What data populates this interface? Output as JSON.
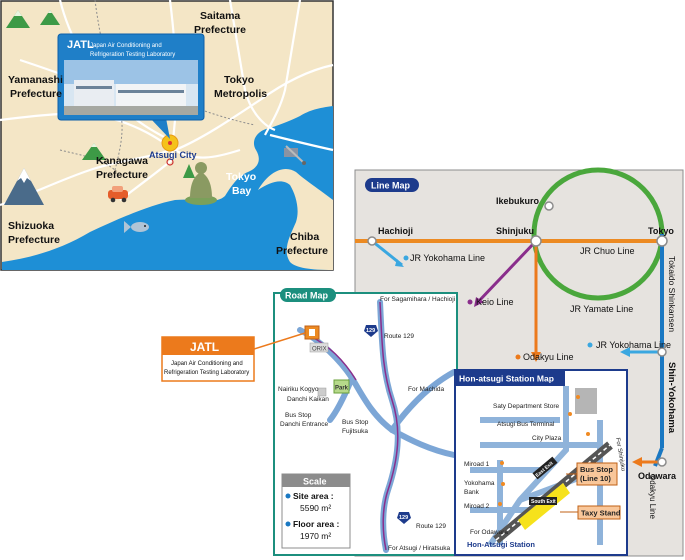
{
  "region_map": {
    "jatl_box": {
      "title": "JATL",
      "line1": "Japan Air Conditioning and",
      "line2": "Refrigeration Testing Laboratory"
    },
    "labels": {
      "saitama": [
        "Saitama",
        "Prefecture"
      ],
      "yamanashi": [
        "Yamanashi",
        "Prefecture"
      ],
      "tokyo_metro": [
        "Tokyo",
        "Metropolis"
      ],
      "kanagawa": [
        "Kanagawa",
        "Prefecture"
      ],
      "atsugi": "Atsugi City",
      "tokyo_bay": [
        "Tokyo",
        "Bay"
      ],
      "shizuoka": [
        "Shizuoka",
        "Prefecture"
      ],
      "chiba": [
        "Chiba",
        "Prefecture"
      ]
    }
  },
  "line_map": {
    "title": "Line Map",
    "stations": {
      "ikebukuro": "Ikebukuro",
      "hachioji": "Hachioji",
      "shinjuku": "Shinjuku",
      "tokyo": "Tokyo",
      "shin_yokohama": "Shin-Yokohama",
      "odawara": "Odawara"
    },
    "lines": {
      "jr_yokohama_1": "JR Yokohama Line",
      "jr_chuo": "JR Chuo Line",
      "keio": "Keio Line",
      "jr_yamate": "JR Yamate Line",
      "tokaido": "Tokaido Shinkansen",
      "jr_yokohama_2": "JR Yokohama Line",
      "odakyu": "Odakyu Line",
      "odakyu_2": "Odakyu Line"
    }
  },
  "road_map": {
    "title": "Road Map",
    "for_sagamihara": "For Sagamihara / Hachioji",
    "route_top": "Route 129",
    "route_badge_top": "129",
    "orix": "ORIX",
    "park": "Park",
    "nairiku_kogyo": "Nairiku Kogyo",
    "danchi_kaikan": "Danchi Kaikan",
    "for_machida": "For Machida",
    "bus_stop_danchi": [
      "Bus Stop",
      "Danchi Entrance"
    ],
    "bus_stop_fujitsuka": [
      "Bus Stop",
      "Fujitsuka"
    ],
    "route_bottom": "Route 129",
    "route_badge_bottom": "129",
    "for_atsugi": "For Atsugi / Hiratsuka",
    "scale": {
      "title": "Scale",
      "site_label": "Site area :",
      "site_value": "5590 m²",
      "floor_label": "Floor area :",
      "floor_value": "1970 m²"
    }
  },
  "jatl_callout": {
    "title": "JATL",
    "line1": "Japan Air Conditioning and",
    "line2": "Refrigeration Testing Laboratory"
  },
  "station_map": {
    "title": "Hon-atsugi Station Map",
    "saty": "Saty Department Store",
    "bus_terminal": "Atsugi Bus Terminal",
    "city_plaza": "City Plaza",
    "for_shinjuku": "For Shinjuku",
    "miroad1": "Miroad 1",
    "yokohama_bank": [
      "Yokohama",
      "Bank"
    ],
    "miroad2": "Miroad 2",
    "east_exit": "East Exit",
    "south_exit": "South Exit",
    "for_odawara": "For Odawara",
    "station_name": "Hon-Atsugi Station",
    "bus_stop": [
      "Bus Stop",
      "(Line 10)"
    ],
    "taxy_stand": "Taxy Stand"
  },
  "colors": {
    "sea": "#1e8fd6",
    "land": "#f3e6c8",
    "orange": "#ec7a1c",
    "teal": "#1c8f7e",
    "navy": "#1d3b8c",
    "purple": "#8a2e8c",
    "green": "#4aa73c",
    "shinkansen": "#1a78c2"
  }
}
